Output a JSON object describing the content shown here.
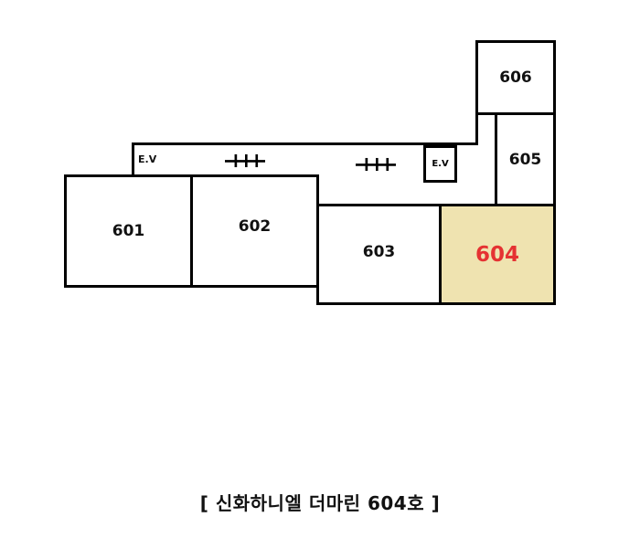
{
  "floor_plan": {
    "rooms": [
      {
        "id": "601",
        "label": "601"
      },
      {
        "id": "602",
        "label": "602"
      },
      {
        "id": "603",
        "label": "603"
      },
      {
        "id": "604",
        "label": "604",
        "highlighted": true
      },
      {
        "id": "605",
        "label": "605"
      },
      {
        "id": "606",
        "label": "606"
      }
    ],
    "elevators": [
      {
        "label": "E.V"
      },
      {
        "label": "E.V"
      }
    ],
    "stairs": [
      "stairs-left",
      "stairs-right"
    ],
    "highlight_fill": "#efe3b0",
    "highlight_text_color": "#e53232"
  },
  "caption": "[ 신화하니엘 더마린 604호 ]"
}
